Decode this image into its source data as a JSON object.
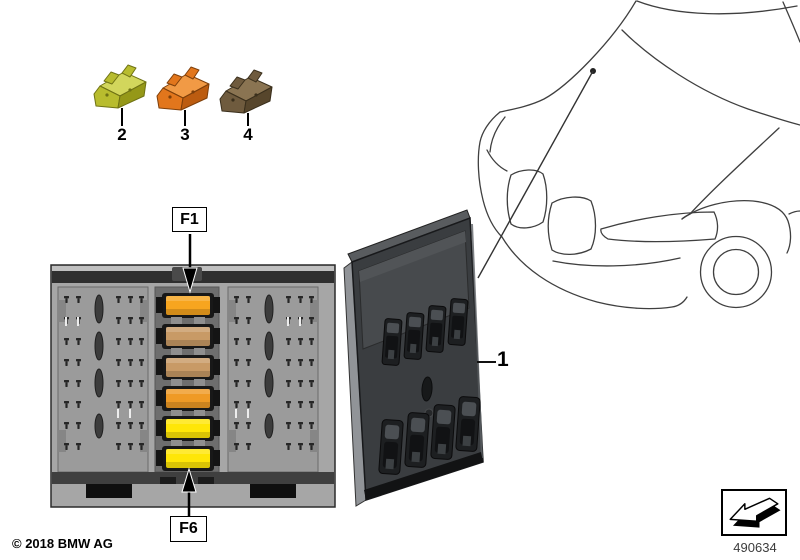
{
  "diagram": {
    "copyright": "© 2018 BMW AG",
    "number": "490634"
  },
  "icons": {
    "footer_arrow": "arrow-3d-down-left-icon"
  },
  "legend_fuses": {
    "items": [
      {
        "label": "2",
        "name": "mini-fuse-yellow-green",
        "colors": {
          "outline": "#6f7214",
          "main": "#b8bc2e",
          "dark": "#959818",
          "light": "#d2d65c"
        }
      },
      {
        "label": "3",
        "name": "mini-fuse-orange",
        "colors": {
          "outline": "#7e3f0a",
          "main": "#e2761c",
          "dark": "#bc5c10",
          "light": "#f19a45"
        }
      },
      {
        "label": "4",
        "name": "mini-fuse-brown",
        "colors": {
          "outline": "#3a2f1c",
          "main": "#6f5b3e",
          "dark": "#57462c",
          "light": "#8a7452"
        }
      }
    ]
  },
  "fusebox": {
    "callout_top": "F1",
    "callout_bottom": "F6",
    "fuses": [
      {
        "slot": 1,
        "color": "#f7a51f"
      },
      {
        "slot": 2,
        "color": "#c89a66"
      },
      {
        "slot": 3,
        "color": "#c89a66"
      },
      {
        "slot": 4,
        "color": "#ef9a25"
      },
      {
        "slot": 5,
        "color": "#ffe607"
      },
      {
        "slot": 6,
        "color": "#ffe607"
      }
    ]
  },
  "module": {
    "callout": "1"
  }
}
